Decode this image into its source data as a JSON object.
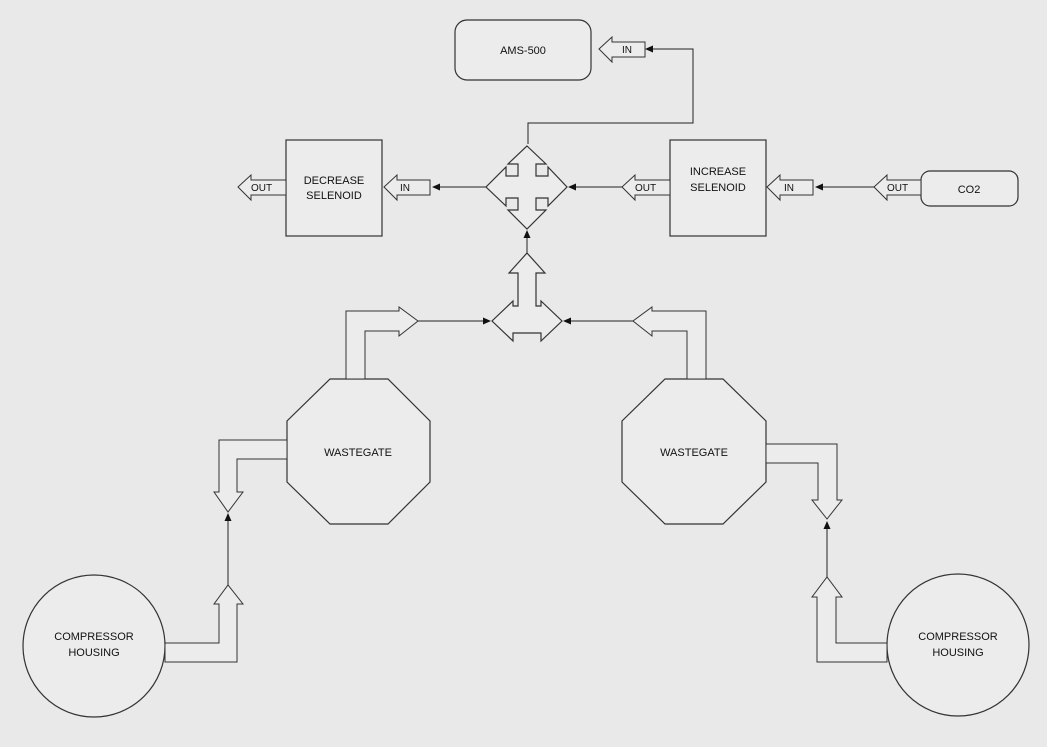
{
  "labels": {
    "ams": "AMS-500",
    "decrease_selenoid": [
      "DECREASE",
      "SELENOID"
    ],
    "increase_selenoid": [
      "INCREASE",
      "SELENOID"
    ],
    "co2": "CO2",
    "wastegate_left": "WASTEGATE",
    "wastegate_right": "WASTEGATE",
    "compressor_left": [
      "COMPRESSOR",
      "HOUSING"
    ],
    "compressor_right": [
      "COMPRESSOR",
      "HOUSING"
    ]
  },
  "ports": {
    "ams_in": "IN",
    "decrease_in": "IN",
    "decrease_out": "OUT",
    "increase_in": "IN",
    "increase_out": "OUT",
    "co2_out": "OUT"
  },
  "colors": {
    "background": "#e9e9e9",
    "stroke": "#333333",
    "fill": "#ececec"
  }
}
